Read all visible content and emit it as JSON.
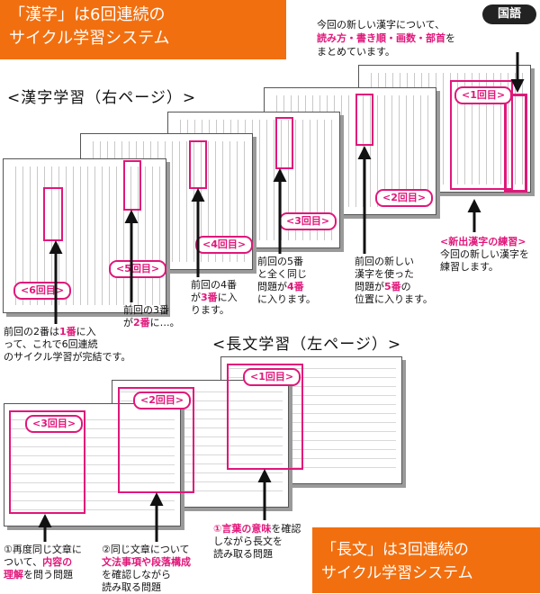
{
  "banner_top": {
    "line1": "「漢字」は6回連続の",
    "line2": "サイクル学習システム"
  },
  "banner_bottom": {
    "line1": "「長文」は3回連続の",
    "line2": "サイクル学習システム"
  },
  "subject_badge": "国語",
  "intro": {
    "line1": "今回の新しい漢字について、",
    "line2_mag": "読み方・書き順・画数・部首",
    "line2_rest": "を",
    "line3": "まとめています。"
  },
  "kanji_section_title": "<漢字学習（右ページ）>",
  "long_section_title": "<長文学習（左ページ）>",
  "kanji_labels": {
    "r1": "<1回目>",
    "r2": "<2回目>",
    "r3": "<3回目>",
    "r4": "<4回目>",
    "r5": "<5回目>",
    "r6": "<6回目>"
  },
  "new_kanji": {
    "title": "<新出漢字の練習>",
    "line1": "今回の新しい漢字を",
    "line2": "練習します。"
  },
  "note_r2": {
    "l1": "前回の新しい",
    "l2": "漢字を使った",
    "l3a": "問題が",
    "l3m": "5番",
    "l3b": "の",
    "l4": "位置に入ります。"
  },
  "note_r3": {
    "l1": "前回の5番",
    "l2": "と全く同じ",
    "l3a": "問題が",
    "l3m": "4番",
    "l4": "に入ります。"
  },
  "note_r4": {
    "l1": "前回の4番",
    "l2a": "が",
    "l2m": "3番",
    "l2b": "に入",
    "l3": "ります。"
  },
  "note_r5": {
    "l1": "前回の3番",
    "l2a": "が",
    "l2m": "2番",
    "l2b": "に…。"
  },
  "note_r6": {
    "l1a": "前回の2番は",
    "l1m": "1番",
    "l1b": "に入",
    "l2": "って、これで6回連続",
    "l3": "のサイクル学習が完結です。"
  },
  "long_labels": {
    "r1": "<1回目>",
    "r2": "<2回目>",
    "r3": "<3回目>"
  },
  "long_note1": {
    "l1m": "①言葉の意味",
    "l1b": "を確認",
    "l2": "しながら長文を",
    "l3": "読み取る問題"
  },
  "long_note2": {
    "l1": "②同じ文章について",
    "l2m": "文法事項や段落構成",
    "l3": "を確認しながら",
    "l4": "読み取る問題"
  },
  "long_note3": {
    "l1": "①再度同じ文章に",
    "l2a": "ついて、",
    "l2m": "内容の",
    "l3m": "理解",
    "l3b": "を問う問題"
  }
}
